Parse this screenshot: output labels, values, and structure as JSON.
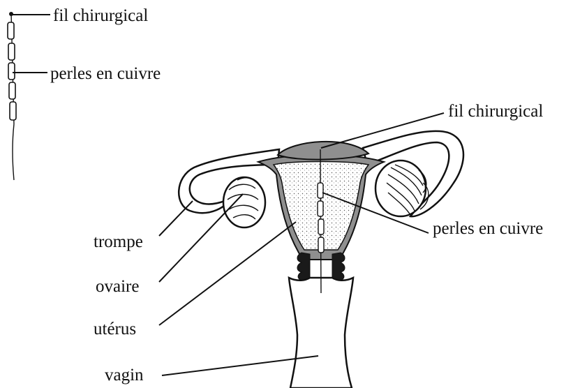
{
  "labels": {
    "device_thread": "fil chirurgical",
    "device_beads": "perles en cuivre",
    "uterus_thread": "fil chirurgical",
    "uterus_beads": "perles en cuivre",
    "tube": "trompe",
    "ovary": "ovaire",
    "uterus": "utérus",
    "vagina": "vagin"
  },
  "colors": {
    "ink": "#111111",
    "tissue_grey": "#8f8f8f",
    "cervix_dark": "#1a1a1a"
  }
}
